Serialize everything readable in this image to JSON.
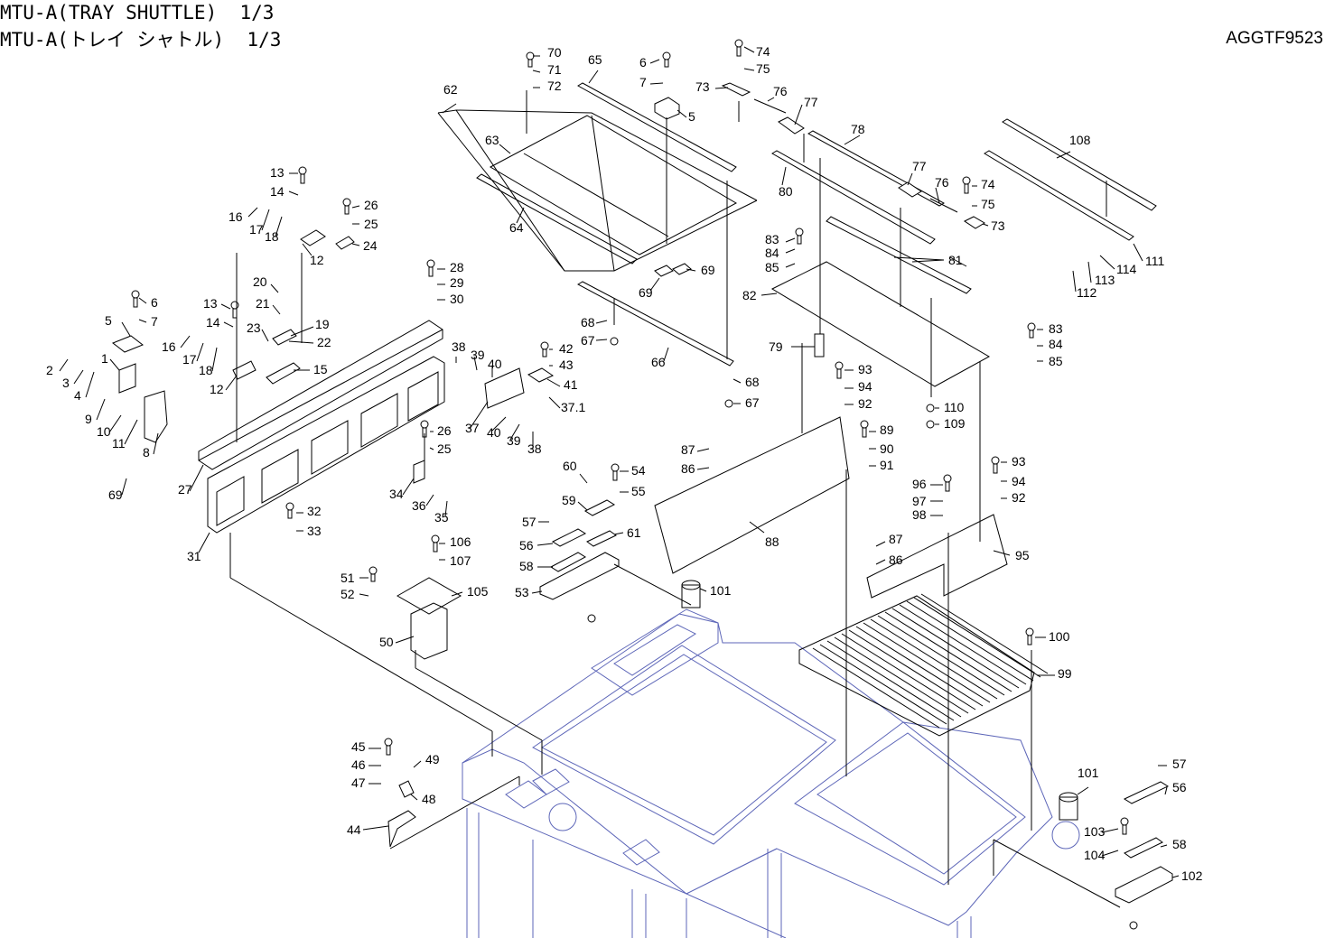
{
  "header": {
    "title_en": "MTU-A(TRAY SHUTTLE)  1/3",
    "title_jp": "MTU-A(トレイ シャトル)  1/3",
    "doc_code": "AGGTF9523"
  },
  "callouts": [
    {
      "id": "c70",
      "text": "70"
    },
    {
      "id": "c71",
      "text": "71"
    },
    {
      "id": "c72",
      "text": "72"
    },
    {
      "id": "c65",
      "text": "65"
    },
    {
      "id": "c6a",
      "text": "6"
    },
    {
      "id": "c7a",
      "text": "7"
    },
    {
      "id": "c5a",
      "text": "5"
    },
    {
      "id": "c74a",
      "text": "74"
    },
    {
      "id": "c75a",
      "text": "75"
    },
    {
      "id": "c73a",
      "text": "73"
    },
    {
      "id": "c76a",
      "text": "76"
    },
    {
      "id": "c77a",
      "text": "77"
    },
    {
      "id": "c62",
      "text": "62"
    },
    {
      "id": "c63",
      "text": "63"
    },
    {
      "id": "c64",
      "text": "64"
    },
    {
      "id": "c78",
      "text": "78"
    },
    {
      "id": "c80",
      "text": "80"
    },
    {
      "id": "c77b",
      "text": "77"
    },
    {
      "id": "c76b",
      "text": "76"
    },
    {
      "id": "c74b",
      "text": "74"
    },
    {
      "id": "c75b",
      "text": "75"
    },
    {
      "id": "c73b",
      "text": "73"
    },
    {
      "id": "c108",
      "text": "108"
    },
    {
      "id": "c111",
      "text": "111"
    },
    {
      "id": "c114",
      "text": "114"
    },
    {
      "id": "c113",
      "text": "113"
    },
    {
      "id": "c112",
      "text": "112"
    },
    {
      "id": "c81",
      "text": "81"
    },
    {
      "id": "c83a",
      "text": "83"
    },
    {
      "id": "c84a",
      "text": "84"
    },
    {
      "id": "c85a",
      "text": "85"
    },
    {
      "id": "c82",
      "text": "82"
    },
    {
      "id": "c69a",
      "text": "69"
    },
    {
      "id": "c69b",
      "text": "69"
    },
    {
      "id": "c13a",
      "text": "13"
    },
    {
      "id": "c14a",
      "text": "14"
    },
    {
      "id": "c26a",
      "text": "26"
    },
    {
      "id": "c25a",
      "text": "25"
    },
    {
      "id": "c24",
      "text": "24"
    },
    {
      "id": "c16a",
      "text": "16"
    },
    {
      "id": "c17a",
      "text": "17"
    },
    {
      "id": "c18a",
      "text": "18"
    },
    {
      "id": "c12a",
      "text": "12"
    },
    {
      "id": "c28",
      "text": "28"
    },
    {
      "id": "c29",
      "text": "29"
    },
    {
      "id": "c30",
      "text": "30"
    },
    {
      "id": "c20",
      "text": "20"
    },
    {
      "id": "c21",
      "text": "21"
    },
    {
      "id": "c13b",
      "text": "13"
    },
    {
      "id": "c14b",
      "text": "14"
    },
    {
      "id": "c19",
      "text": "19"
    },
    {
      "id": "c22",
      "text": "22"
    },
    {
      "id": "c23",
      "text": "23"
    },
    {
      "id": "c16b",
      "text": "16"
    },
    {
      "id": "c17b",
      "text": "17"
    },
    {
      "id": "c18b",
      "text": "18"
    },
    {
      "id": "c15",
      "text": "15"
    },
    {
      "id": "c12b",
      "text": "12"
    },
    {
      "id": "c6b",
      "text": "6"
    },
    {
      "id": "c7b",
      "text": "7"
    },
    {
      "id": "c5b",
      "text": "5"
    },
    {
      "id": "c1",
      "text": "1"
    },
    {
      "id": "c2",
      "text": "2"
    },
    {
      "id": "c3",
      "text": "3"
    },
    {
      "id": "c4",
      "text": "4"
    },
    {
      "id": "c9",
      "text": "9"
    },
    {
      "id": "c10",
      "text": "10"
    },
    {
      "id": "c11",
      "text": "11"
    },
    {
      "id": "c8",
      "text": "8"
    },
    {
      "id": "c69c",
      "text": "69"
    },
    {
      "id": "c27",
      "text": "27"
    },
    {
      "id": "c68a",
      "text": "68"
    },
    {
      "id": "c67a",
      "text": "67"
    },
    {
      "id": "c66",
      "text": "66"
    },
    {
      "id": "c68b",
      "text": "68"
    },
    {
      "id": "c67b",
      "text": "67"
    },
    {
      "id": "c79",
      "text": "79"
    },
    {
      "id": "c93a",
      "text": "93"
    },
    {
      "id": "c94a",
      "text": "94"
    },
    {
      "id": "c92a",
      "text": "92"
    },
    {
      "id": "c110",
      "text": "110"
    },
    {
      "id": "c109",
      "text": "109"
    },
    {
      "id": "c83b",
      "text": "83"
    },
    {
      "id": "c84b",
      "text": "84"
    },
    {
      "id": "c85b",
      "text": "85"
    },
    {
      "id": "c38a",
      "text": "38"
    },
    {
      "id": "c39a",
      "text": "39"
    },
    {
      "id": "c40a",
      "text": "40"
    },
    {
      "id": "c42",
      "text": "42"
    },
    {
      "id": "c43",
      "text": "43"
    },
    {
      "id": "c41",
      "text": "41"
    },
    {
      "id": "c37_1",
      "text": "37.1"
    },
    {
      "id": "c37",
      "text": "37"
    },
    {
      "id": "c40b",
      "text": "40"
    },
    {
      "id": "c39b",
      "text": "39"
    },
    {
      "id": "c38b",
      "text": "38"
    },
    {
      "id": "c26b",
      "text": "26"
    },
    {
      "id": "c25b",
      "text": "25"
    },
    {
      "id": "c34",
      "text": "34"
    },
    {
      "id": "c36",
      "text": "36"
    },
    {
      "id": "c35",
      "text": "35"
    },
    {
      "id": "c32",
      "text": "32"
    },
    {
      "id": "c33",
      "text": "33"
    },
    {
      "id": "c31",
      "text": "31"
    },
    {
      "id": "c89",
      "text": "89"
    },
    {
      "id": "c90",
      "text": "90"
    },
    {
      "id": "c91",
      "text": "91"
    },
    {
      "id": "c87a",
      "text": "87"
    },
    {
      "id": "c86a",
      "text": "86"
    },
    {
      "id": "c88",
      "text": "88"
    },
    {
      "id": "c93b",
      "text": "93"
    },
    {
      "id": "c94b",
      "text": "94"
    },
    {
      "id": "c92b",
      "text": "92"
    },
    {
      "id": "c96",
      "text": "96"
    },
    {
      "id": "c97",
      "text": "97"
    },
    {
      "id": "c98",
      "text": "98"
    },
    {
      "id": "c95",
      "text": "95"
    },
    {
      "id": "c87b",
      "text": "87"
    },
    {
      "id": "c86b",
      "text": "86"
    },
    {
      "id": "c60",
      "text": "60"
    },
    {
      "id": "c54",
      "text": "54"
    },
    {
      "id": "c55",
      "text": "55"
    },
    {
      "id": "c59",
      "text": "59"
    },
    {
      "id": "c57a",
      "text": "57"
    },
    {
      "id": "c56a",
      "text": "56"
    },
    {
      "id": "c61",
      "text": "61"
    },
    {
      "id": "c58a",
      "text": "58"
    },
    {
      "id": "c53",
      "text": "53"
    },
    {
      "id": "c106",
      "text": "106"
    },
    {
      "id": "c107",
      "text": "107"
    },
    {
      "id": "c51",
      "text": "51"
    },
    {
      "id": "c52",
      "text": "52"
    },
    {
      "id": "c105",
      "text": "105"
    },
    {
      "id": "c50",
      "text": "50"
    },
    {
      "id": "c101a",
      "text": "101"
    },
    {
      "id": "c100",
      "text": "100"
    },
    {
      "id": "c99",
      "text": "99"
    },
    {
      "id": "c45",
      "text": "45"
    },
    {
      "id": "c46",
      "text": "46"
    },
    {
      "id": "c49",
      "text": "49"
    },
    {
      "id": "c47",
      "text": "47"
    },
    {
      "id": "c48",
      "text": "48"
    },
    {
      "id": "c44",
      "text": "44"
    },
    {
      "id": "c101b",
      "text": "101"
    },
    {
      "id": "c57b",
      "text": "57"
    },
    {
      "id": "c56b",
      "text": "56"
    },
    {
      "id": "c103",
      "text": "103"
    },
    {
      "id": "c58b",
      "text": "58"
    },
    {
      "id": "c104",
      "text": "104"
    },
    {
      "id": "c102",
      "text": "102"
    }
  ]
}
